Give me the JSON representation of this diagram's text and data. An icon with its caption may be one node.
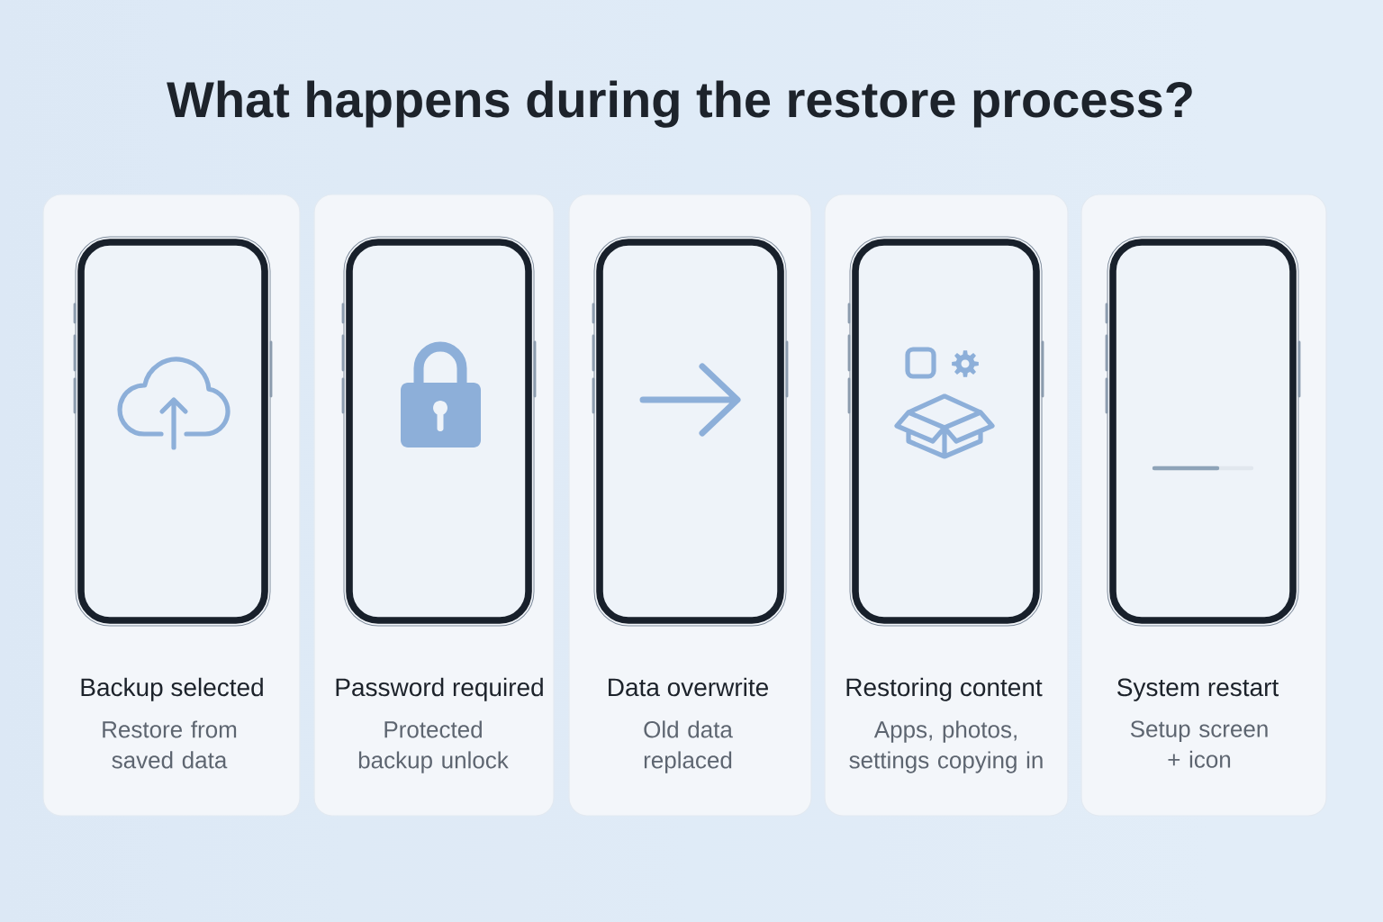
{
  "diagram": {
    "title": "What happens during the restore process?",
    "nodes": [
      {
        "text": [
          "Backup selected",
          "Restore from saved data"
        ]
      },
      {
        "text": [
          "Password required",
          "Protected backup unlock"
        ]
      },
      {
        "text": [
          "Data overwrite",
          "Old data replaced"
        ]
      },
      {
        "text": [
          "Restoring content",
          "Apps, photos, settings copying in"
        ]
      },
      {
        "text": [
          "System restart",
          "Setup screen + icon"
        ]
      }
    ]
  }
}
